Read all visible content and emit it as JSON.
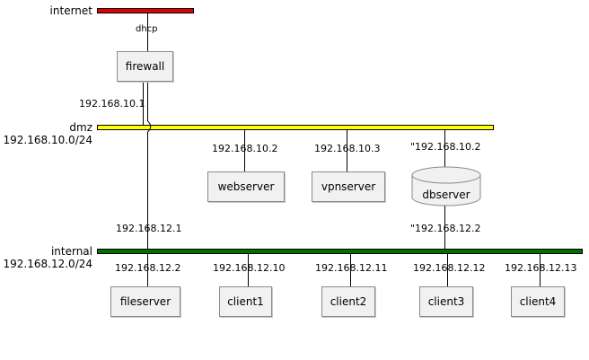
{
  "networks": {
    "internet": {
      "name": "internet",
      "color": "#e00000"
    },
    "dmz": {
      "name": "dmz",
      "address": "192.168.10.0/24",
      "color": "#ffff00"
    },
    "internal": {
      "name": "internal",
      "address": "192.168.12.0/24",
      "color": "#007000"
    }
  },
  "nodes": {
    "firewall": "firewall",
    "webserver": "webserver",
    "vpnserver": "vpnserver",
    "dbserver": "dbserver",
    "fileserver": "fileserver",
    "client1": "client1",
    "client2": "client2",
    "client3": "client3",
    "client4": "client4"
  },
  "addresses": {
    "firewall_internet": "dhcp",
    "firewall_dmz": "192.168.10.1",
    "firewall_internal": "192.168.12.1",
    "webserver": "192.168.10.2",
    "vpnserver": "192.168.10.3",
    "dbserver_dmz": "\"192.168.10.2",
    "dbserver_internal": "\"192.168.12.2",
    "fileserver": "192.168.12.2",
    "client1": "192.168.12.10",
    "client2": "192.168.12.11",
    "client3": "192.168.12.12",
    "client4": "192.168.12.13"
  }
}
